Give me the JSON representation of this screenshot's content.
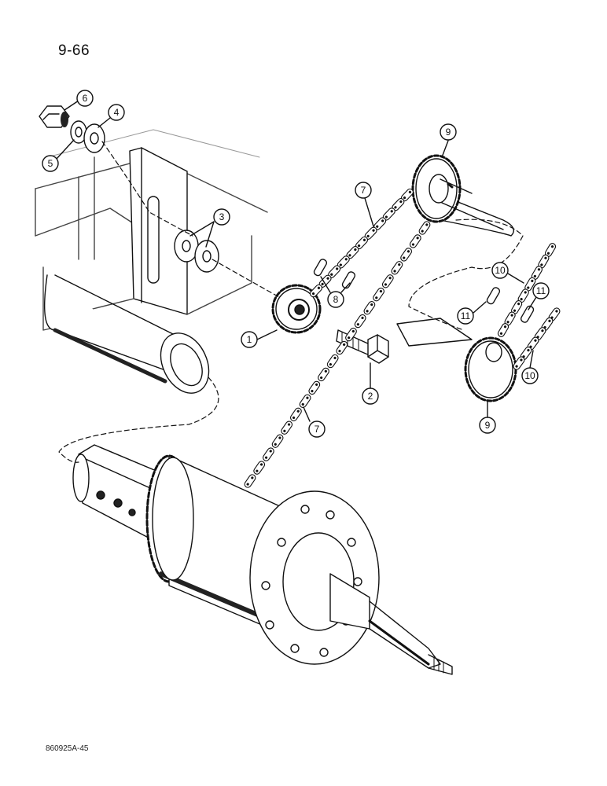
{
  "page": {
    "page_number": "9-66",
    "document_code": "860925A-45"
  },
  "callouts": [
    {
      "id": "c1",
      "label": "1"
    },
    {
      "id": "c2",
      "label": "2"
    },
    {
      "id": "c3",
      "label": "3"
    },
    {
      "id": "c4",
      "label": "4"
    },
    {
      "id": "c5",
      "label": "5"
    },
    {
      "id": "c6",
      "label": "6"
    },
    {
      "id": "c7a",
      "label": "7"
    },
    {
      "id": "c7b",
      "label": "7"
    },
    {
      "id": "c8",
      "label": "8"
    },
    {
      "id": "c9a",
      "label": "9"
    },
    {
      "id": "c9b",
      "label": "9"
    },
    {
      "id": "c10a",
      "label": "10"
    },
    {
      "id": "c10b",
      "label": "10"
    },
    {
      "id": "c11a",
      "label": "11"
    },
    {
      "id": "c11b",
      "label": "11"
    }
  ]
}
